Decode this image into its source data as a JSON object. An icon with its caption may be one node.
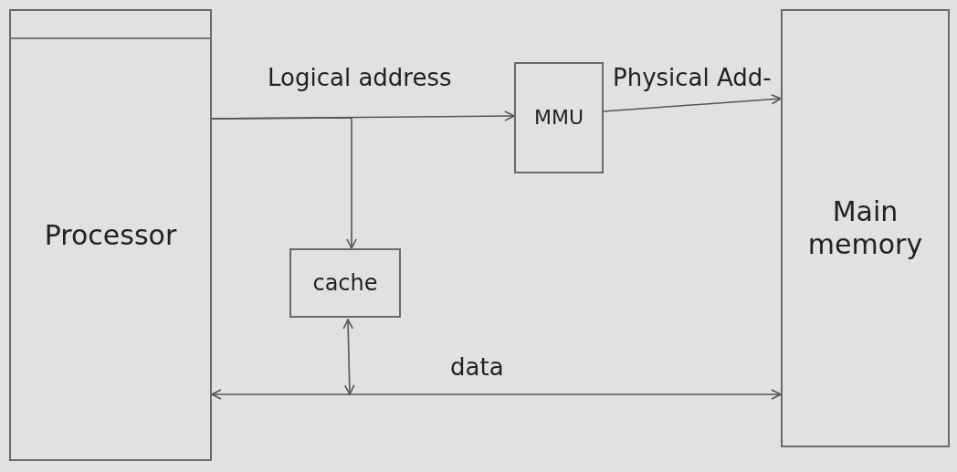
{
  "diagram": {
    "nodes": [
      {
        "text": [
          "Processor"
        ]
      },
      {
        "text": [
          "MMU"
        ]
      },
      {
        "text": [
          "cache"
        ]
      },
      {
        "text": [
          "Main memory"
        ]
      }
    ],
    "edges": [
      {
        "from": 0,
        "to": 1,
        "arrow": "to",
        "label": "Logical address"
      },
      {
        "from": 0,
        "to": 2,
        "arrow": "to"
      },
      {
        "from": 1,
        "to": 3,
        "arrow": "to",
        "label": "Physical Add-"
      },
      {
        "from": 0,
        "to": 3,
        "arrow": "both",
        "label": "data"
      },
      {
        "from": 2,
        "to": null,
        "arrow": "both"
      }
    ]
  }
}
